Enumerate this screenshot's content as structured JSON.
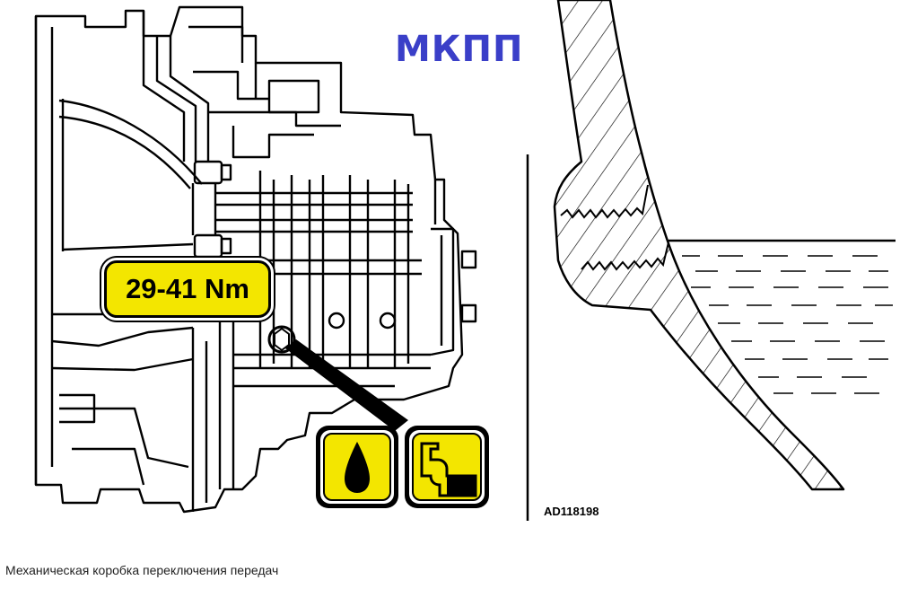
{
  "title": "МКПП",
  "torque_label": "29-41 Nm",
  "figure_code": "AD118198",
  "caption": "Механическая коробка переключения передач",
  "icons": [
    "oil-drop-icon",
    "oil-level-icon"
  ],
  "colors": {
    "title": "#3a3fc8",
    "highlight": "#f3e600",
    "line": "#000000",
    "background": "#ffffff"
  }
}
